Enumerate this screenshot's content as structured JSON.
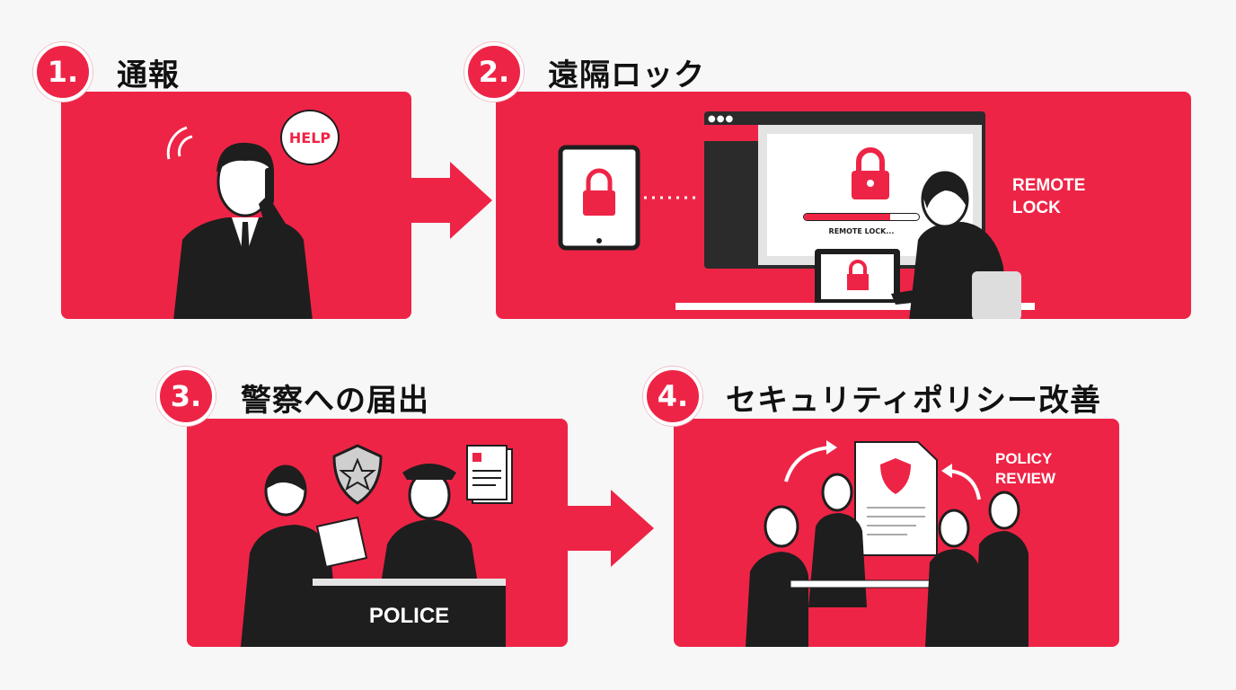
{
  "steps": [
    {
      "number": "1.",
      "title": "通報",
      "labels": {
        "speech": "HELP"
      }
    },
    {
      "number": "2.",
      "title": "遠隔ロック",
      "labels": {
        "side": "REMOTE LOCK",
        "progress_text": "REMOTE LOCK..."
      },
      "progress": 0.75
    },
    {
      "number": "3.",
      "title": "警察への届出",
      "labels": {
        "desk": "POLICE"
      }
    },
    {
      "number": "4.",
      "title": "セキュリティポリシー改善",
      "labels": {
        "side": "POLICY REVIEW"
      }
    }
  ],
  "colors": {
    "accent": "#ee2446",
    "ink": "#1e1e1e"
  }
}
